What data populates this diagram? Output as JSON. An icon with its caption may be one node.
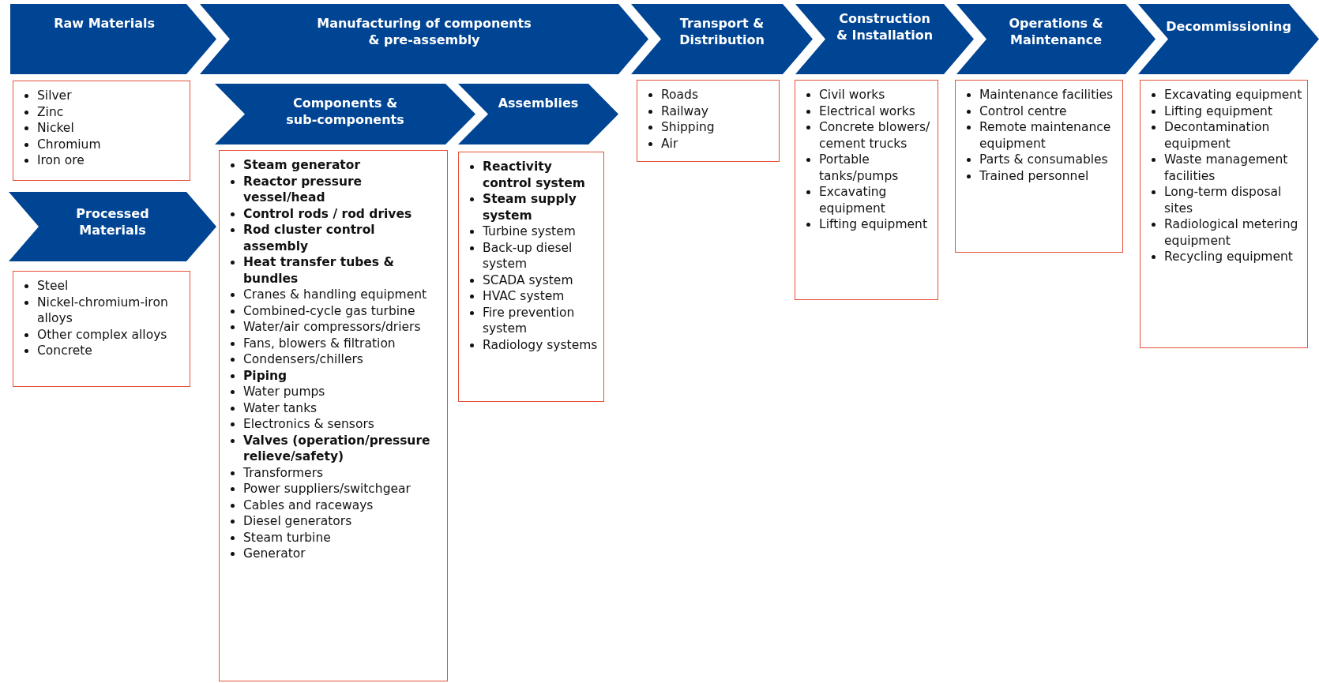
{
  "diagram": {
    "nodes": [
      {
        "text": [
          "Raw Materials"
        ]
      },
      {
        "text": [
          "Silver",
          "Zinc",
          "Nickel",
          "Chromium",
          "Iron ore"
        ]
      },
      {
        "text": [
          "Processed Materials"
        ]
      },
      {
        "text": [
          "Steel",
          "Nickel-chromium-iron alloys",
          "Other complex alloys",
          "Concrete"
        ]
      },
      {
        "text": [
          "Manufacturing of components & pre-assembly"
        ]
      },
      {
        "text": [
          "Components & sub-components"
        ]
      },
      {
        "text": [
          "**Steam generator**",
          "**Reactor pressure vessel/head**",
          "**Control rods / rod drives**",
          "**Rod cluster control assembly**",
          "**Heat transfer tubes & bundles**",
          "Cranes & handling equipment",
          "Combined-cycle gas turbine",
          "Water/air compressors/driers",
          "Fans, blowers & filtration",
          "Condensers/chillers",
          "**Piping**",
          "Water pumps",
          "Water tanks",
          "Electronics & sensors",
          "**Valves (operation/pressure relieve/safety)**",
          "Transformers",
          "Power suppliers/switchgear",
          "Cables and raceways",
          "Diesel generators",
          "Steam turbine",
          "Generator"
        ]
      },
      {
        "text": [
          "Assemblies"
        ]
      },
      {
        "text": [
          "**Reactivity control system**",
          "**Steam supply system**",
          "Turbine system",
          "Back-up diesel system",
          "SCADA system",
          "HVAC system",
          "Fire prevention system",
          "Radiology systems"
        ]
      },
      {
        "text": [
          "Transport & Distribution"
        ]
      },
      {
        "text": [
          "Roads",
          "Railway",
          "Shipping",
          "Air"
        ]
      },
      {
        "text": [
          "Construction & Installation"
        ]
      },
      {
        "text": [
          "Civil works",
          "Electrical works",
          "Concrete blowers/ cement trucks",
          "Portable tanks/pumps",
          "Excavating equipment",
          "Lifting equipment"
        ]
      },
      {
        "text": [
          "Operations & Maintenance"
        ]
      },
      {
        "text": [
          "Maintenance facilities",
          "Control centre",
          "Remote maintenance equipment",
          "Parts & consumables",
          "Trained personnel"
        ]
      },
      {
        "text": [
          "Decommissioning"
        ]
      },
      {
        "text": [
          "Excavating equipment",
          "Lifting equipment",
          "Decontamination equipment",
          "Waste management facilities",
          "Long-term disposal sites",
          "Radiological metering equipment",
          "Recycling equipment"
        ]
      }
    ]
  }
}
